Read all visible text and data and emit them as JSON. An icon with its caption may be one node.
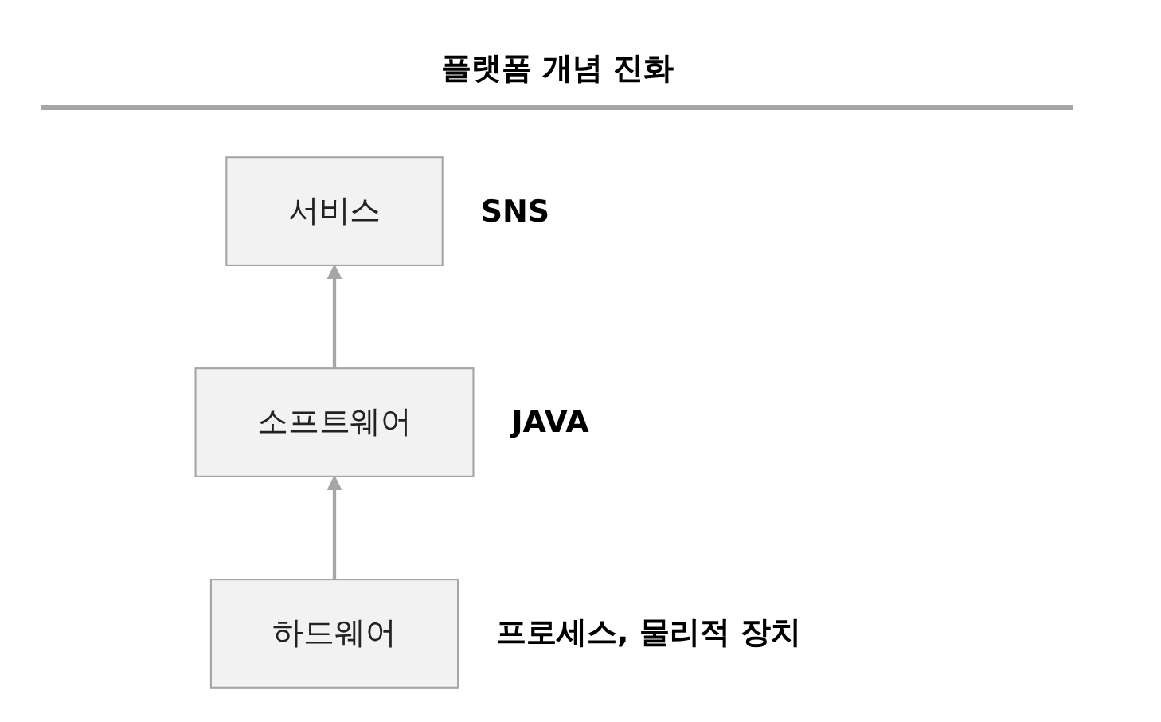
{
  "diagram": {
    "title": "플랫폼 개념 진화",
    "nodes": [
      {
        "text": [
          "서비스"
        ],
        "beside": [
          "SNS"
        ]
      },
      {
        "text": [
          "소프트웨어"
        ],
        "beside": [
          "JAVA"
        ]
      },
      {
        "text": [
          "하드웨어"
        ],
        "beside": [
          "프로세스, 물리적 장치"
        ]
      }
    ],
    "edges": [
      {
        "from": 2,
        "to": 1,
        "arrow": "to"
      },
      {
        "from": 1,
        "to": 0,
        "arrow": "to"
      }
    ]
  }
}
